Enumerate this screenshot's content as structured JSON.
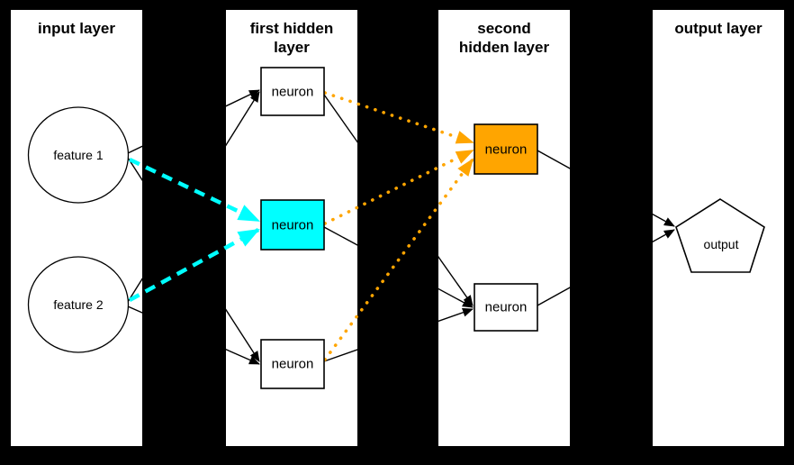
{
  "diagram": {
    "kind": "neural-network-architecture"
  },
  "colors": {
    "background": "#000000",
    "panel": "#ffffff",
    "text": "#000000",
    "edge_black": "#000000",
    "edge_cyan": "#00ffff",
    "edge_orange": "#ffa500",
    "highlight_cyan": "#00ffff",
    "highlight_orange": "#ffa500"
  },
  "titles": {
    "input": "input layer",
    "hidden1_line1": "first hidden",
    "hidden1_line2": "layer",
    "hidden2_line1": "second",
    "hidden2_line2": "hidden layer",
    "output": "output layer"
  },
  "nodes": {
    "feature1": {
      "label": "feature 1",
      "shape": "circle",
      "fill": "#ffffff"
    },
    "feature2": {
      "label": "feature 2",
      "shape": "circle",
      "fill": "#ffffff"
    },
    "h1_top": {
      "label": "neuron",
      "shape": "rect",
      "fill": "#ffffff"
    },
    "h1_mid": {
      "label": "neuron",
      "shape": "rect",
      "fill": "#00ffff"
    },
    "h1_bot": {
      "label": "neuron",
      "shape": "rect",
      "fill": "#ffffff"
    },
    "h2_top": {
      "label": "neuron",
      "shape": "rect",
      "fill": "#ffa500"
    },
    "h2_bot": {
      "label": "neuron",
      "shape": "rect",
      "fill": "#ffffff"
    },
    "output": {
      "label": "output",
      "shape": "pentagon",
      "fill": "#ffffff"
    }
  },
  "edges": [
    {
      "from": "feature1",
      "to": "h1_top",
      "style": "black-solid-arrow"
    },
    {
      "from": "feature1",
      "to": "h1_bot",
      "style": "black-solid-arrow"
    },
    {
      "from": "feature1",
      "to": "h1_mid",
      "style": "cyan-dashed-arrow"
    },
    {
      "from": "feature2",
      "to": "h1_top",
      "style": "black-solid-arrow"
    },
    {
      "from": "feature2",
      "to": "h1_bot",
      "style": "black-solid-arrow"
    },
    {
      "from": "feature2",
      "to": "h1_mid",
      "style": "cyan-dashed-arrow"
    },
    {
      "from": "h1_top",
      "to": "h2_top",
      "style": "orange-dotted-arrow"
    },
    {
      "from": "h1_mid",
      "to": "h2_top",
      "style": "orange-dotted-arrow"
    },
    {
      "from": "h1_bot",
      "to": "h2_top",
      "style": "orange-dotted-arrow"
    },
    {
      "from": "h1_top",
      "to": "h2_bot",
      "style": "black-solid-arrow"
    },
    {
      "from": "h1_mid",
      "to": "h2_bot",
      "style": "black-solid-arrow"
    },
    {
      "from": "h1_bot",
      "to": "h2_bot",
      "style": "black-solid-arrow"
    },
    {
      "from": "h2_top",
      "to": "output",
      "style": "black-solid-arrow"
    },
    {
      "from": "h2_bot",
      "to": "output",
      "style": "black-solid-arrow"
    }
  ]
}
